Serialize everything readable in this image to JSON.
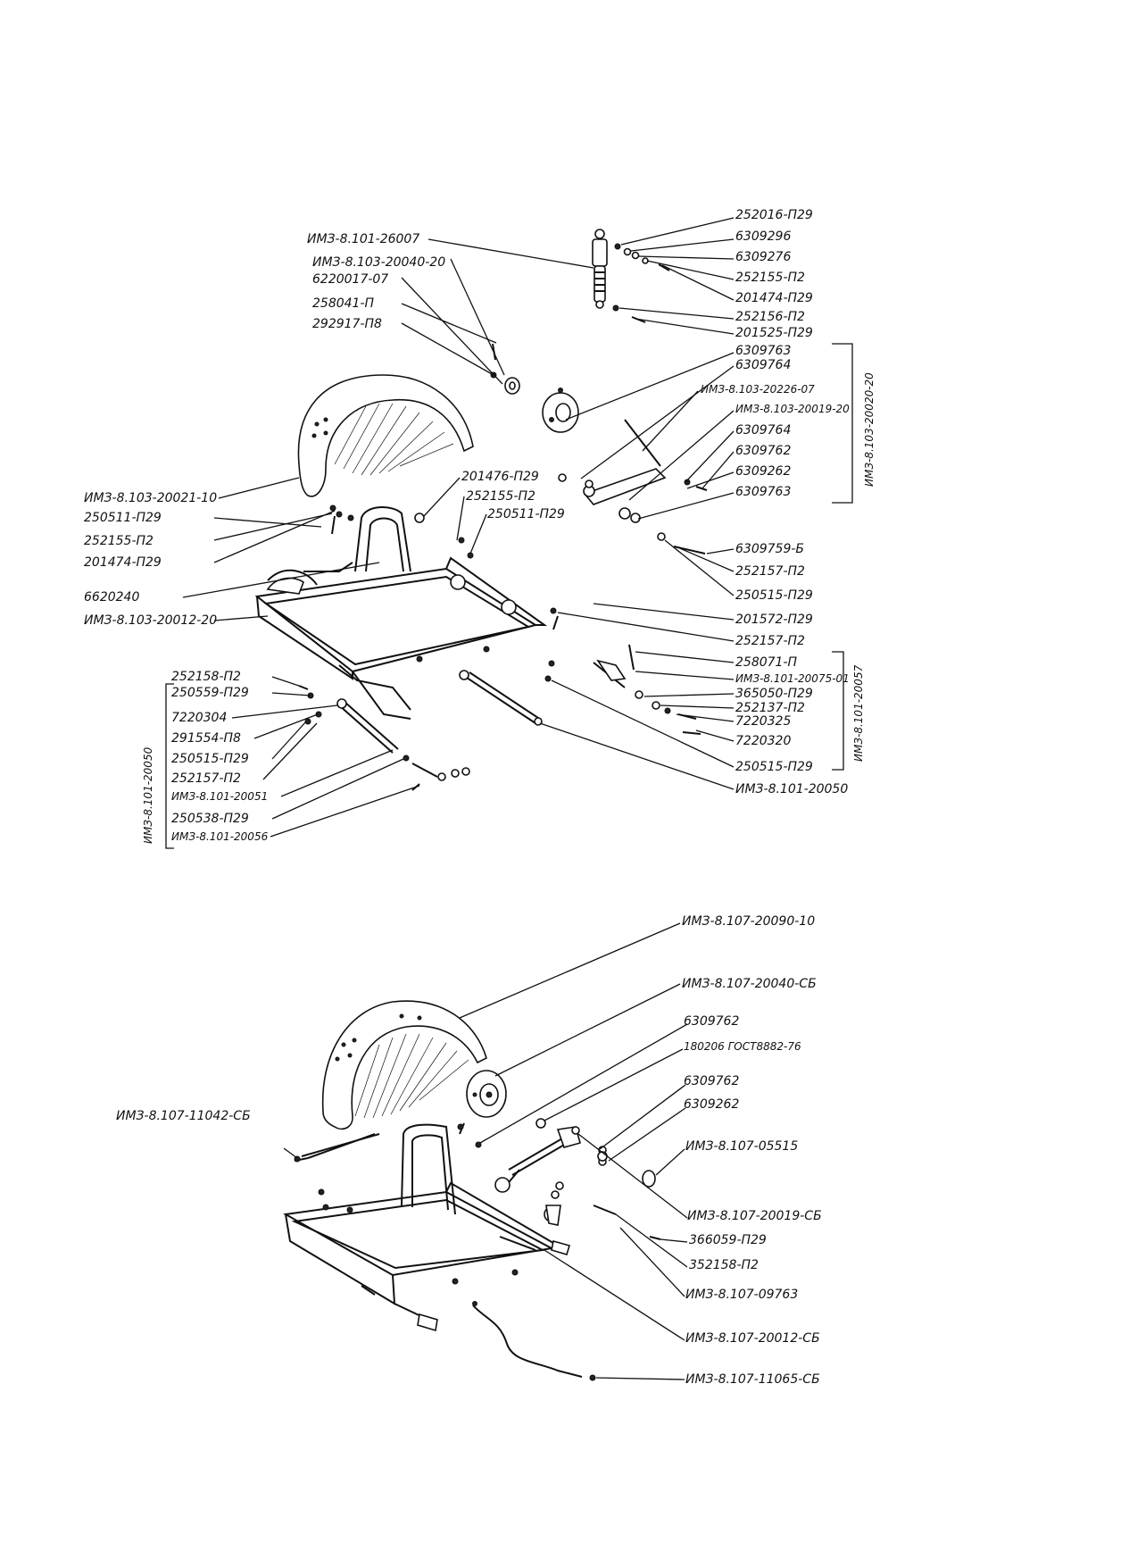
{
  "top": {
    "labels_right": [
      "252016-П29",
      "6309296",
      "6309276",
      "252155-П2",
      "201474-П29",
      "252156-П2",
      "201525-П29",
      "6309763",
      "6309764",
      "ИМЗ-8.103-20226-07",
      "ИМЗ-8.103-20019-20",
      "6309764",
      "6309762",
      "6309262",
      "6309763",
      "6309759-Б",
      "252157-П2",
      "250515-П29",
      "201572-П29",
      "252157-П2",
      "258071-П",
      "ИМЗ-8.101-20075-01",
      "365050-П29",
      "252137-П2",
      "7220325",
      "7220320",
      "250515-П29",
      "ИМЗ-8.101-20050"
    ],
    "labels_left_upper": [
      "ИМЗ-8.101-26007",
      "ИМЗ-8.103-20040-20",
      "6220017-07",
      "258041-П",
      "292917-П8"
    ],
    "labels_left": [
      "ИМЗ-8.103-20021-10",
      "250511-П29",
      "252155-П2",
      "201474-П29",
      "6620240",
      "ИМЗ-8.103-20012-20"
    ],
    "labels_center": [
      "201476-П29",
      "252155-П2",
      "250511-П29"
    ],
    "labels_left_lower": [
      "252158-П2",
      "250559-П29",
      "7220304",
      "291554-П8",
      "250515-П29",
      "252157-П2",
      "ИМЗ-8.101-20051",
      "250538-П29",
      "ИМЗ-8.101-20056"
    ],
    "bracket_right_upper": "ИМЗ-8.103-20020-20",
    "bracket_right_lower": "ИМЗ-8.101-20057",
    "bracket_left": "ИМЗ-8.101-20050"
  },
  "bottom": {
    "labels_right": [
      "ИМЗ-8.107-20090-10",
      "ИМЗ-8.107-20040-СБ",
      "6309762",
      "180206 ГОСТ8882-76",
      "6309762",
      "6309262",
      "ИМЗ-8.107-05515",
      "ИМЗ-8.107-20019-СБ",
      "366059-П29",
      "352158-П2",
      "ИМЗ-8.107-09763",
      "ИМЗ-8.107-20012-СБ",
      "ИМЗ-8.107-11065-СБ"
    ],
    "label_left": "ИМЗ-8.107-11042-СБ"
  }
}
